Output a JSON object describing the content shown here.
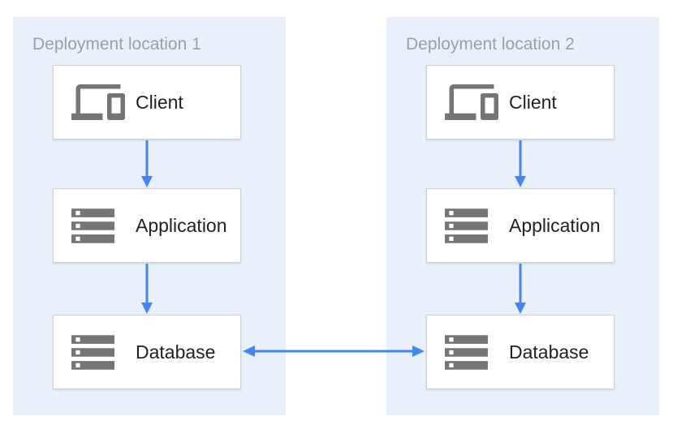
{
  "diagram": {
    "panels": [
      {
        "title": "Deployment location 1",
        "nodes": [
          {
            "label": "Client",
            "icon": "devices-icon"
          },
          {
            "label": "Application",
            "icon": "storage-icon"
          },
          {
            "label": "Database",
            "icon": "storage-icon"
          }
        ]
      },
      {
        "title": "Deployment location 2",
        "nodes": [
          {
            "label": "Client",
            "icon": "devices-icon"
          },
          {
            "label": "Application",
            "icon": "storage-icon"
          },
          {
            "label": "Database",
            "icon": "storage-icon"
          }
        ]
      }
    ],
    "connections": [
      {
        "from": "Client",
        "to": "Application",
        "panel": "Deployment location 1",
        "direction": "down"
      },
      {
        "from": "Application",
        "to": "Database",
        "panel": "Deployment location 1",
        "direction": "down"
      },
      {
        "from": "Client",
        "to": "Application",
        "panel": "Deployment location 2",
        "direction": "down"
      },
      {
        "from": "Application",
        "to": "Database",
        "panel": "Deployment location 2",
        "direction": "down"
      },
      {
        "from": "Database (Deployment location 1)",
        "to": "Database (Deployment location 2)",
        "direction": "bidirectional"
      }
    ],
    "colors": {
      "panel_background": "#E8F1FB",
      "arrow": "#4285F4",
      "icon": "#757575",
      "node_label": "#212121",
      "panel_title": "#9AA0A6",
      "node_border": "#D0D3D6",
      "node_background": "#FFFFFF"
    }
  }
}
